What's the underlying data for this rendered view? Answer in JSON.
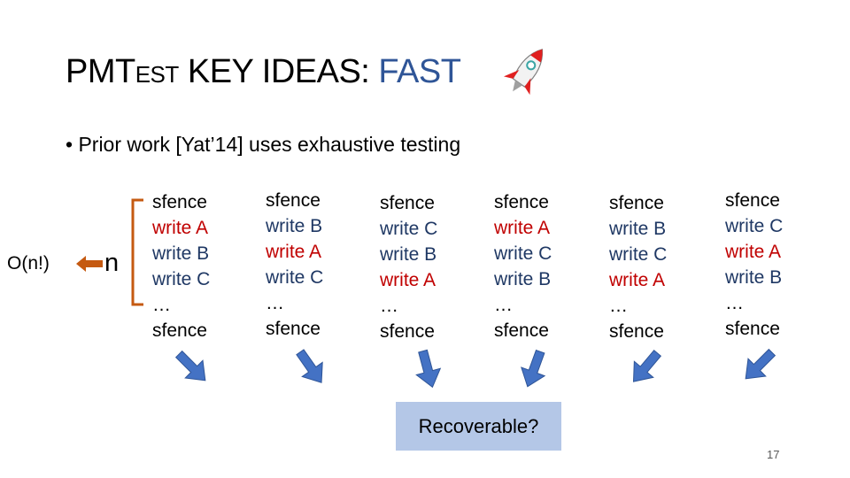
{
  "title": {
    "main": "PMT",
    "small_caps": "EST",
    "rest": " KEY IDEAS: ",
    "accent": "FAST"
  },
  "bullet": "• Prior work [Yat’14] uses exhaustive testing",
  "complexity": "O(n!)",
  "n_label": "n",
  "columns": [
    {
      "lines": [
        "sfence",
        "write A",
        "write B",
        "write C",
        "…",
        "sfence"
      ]
    },
    {
      "lines": [
        "sfence",
        "write B",
        "write A",
        "write C",
        "…",
        "sfence"
      ]
    },
    {
      "lines": [
        "sfence",
        "write C",
        "write B",
        "write A",
        "…",
        "sfence"
      ]
    },
    {
      "lines": [
        "sfence",
        "write A",
        "write C",
        "write B",
        "…",
        "sfence"
      ]
    },
    {
      "lines": [
        "sfence",
        "write B",
        "write C",
        "write A",
        "…",
        "sfence"
      ]
    },
    {
      "lines": [
        "sfence",
        "write C",
        "write A",
        "write B",
        "…",
        "sfence"
      ]
    }
  ],
  "recoverable": "Recoverable?",
  "page_number": "17",
  "colors": {
    "accent": "#2f5597",
    "red_text": "#c00000",
    "arrow_fill": "#4472c4",
    "arrow_stroke": "#2f5597",
    "box": "#b4c7e7",
    "orange_arrow": "#c55a11"
  }
}
